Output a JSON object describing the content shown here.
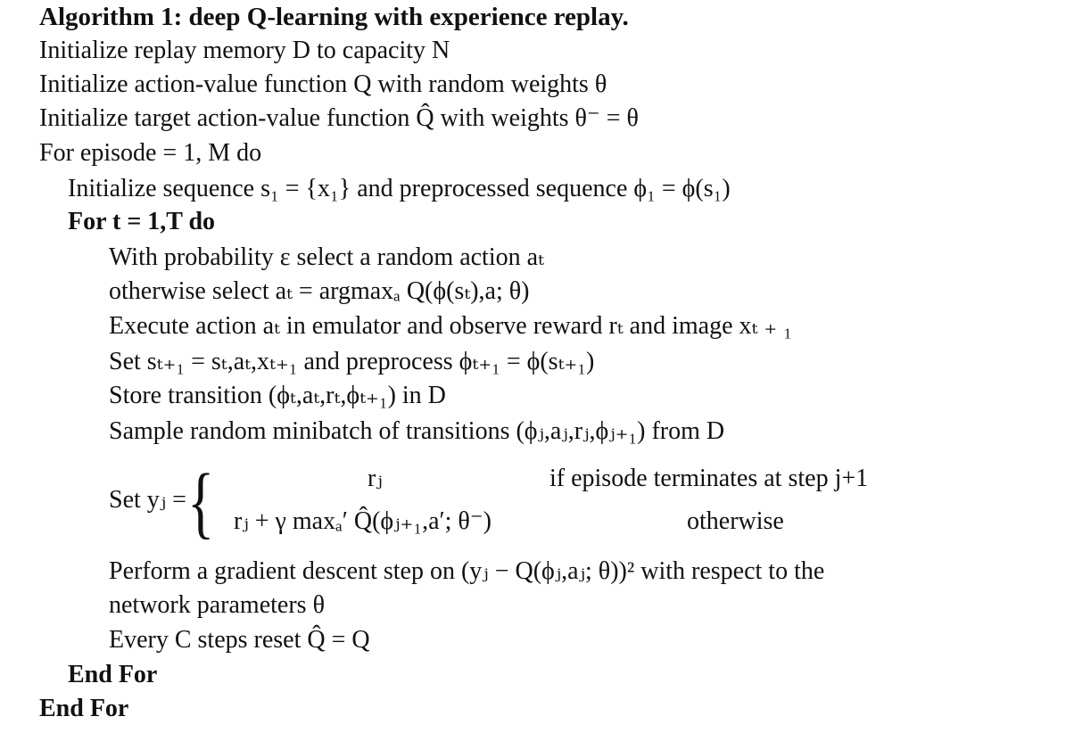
{
  "algorithm": {
    "title": "Algorithm 1: deep Q-learning with experience replay.",
    "lines": [
      "Initialize replay memory D to capacity N",
      "Initialize action-value function Q with random weights θ",
      "Initialize target action-value function Q̂ with weights θ⁻ = θ",
      "For episode = 1, M do",
      "Initialize sequence s₁ = {x₁} and preprocessed sequence ϕ₁ = ϕ(s₁)",
      "For t = 1,T do",
      "With probability ε select a random action aₜ",
      "otherwise select aₜ = argmaxₐ Q(ϕ(sₜ),a; θ)",
      "Execute action aₜ in emulator and observe reward rₜ and image xₜ ₊ ₁",
      "Set sₜ₊₁ = sₜ,aₜ,xₜ₊₁ and preprocess ϕₜ₊₁ = ϕ(sₜ₊₁)",
      "Store transition (ϕₜ,aₜ,rₜ,ϕₜ₊₁) in D",
      "Sample random minibatch of transitions (ϕⱼ,aⱼ,rⱼ,ϕⱼ₊₁) from D",
      "Perform a gradient descent step on (yⱼ − Q(ϕⱼ,aⱼ; θ))² with respect to the",
      "network parameters θ",
      "Every C steps reset Q̂ = Q",
      "End For",
      "End For"
    ],
    "case": {
      "label": "Set yⱼ =",
      "brace": "{",
      "top_expr": "rⱼ",
      "top_cond": "if episode terminates at step j+1",
      "bottom_expr": "rⱼ + γ maxₐ′ Q̂(ϕⱼ₊₁,a′; θ⁻)",
      "bottom_cond": "otherwise"
    }
  }
}
